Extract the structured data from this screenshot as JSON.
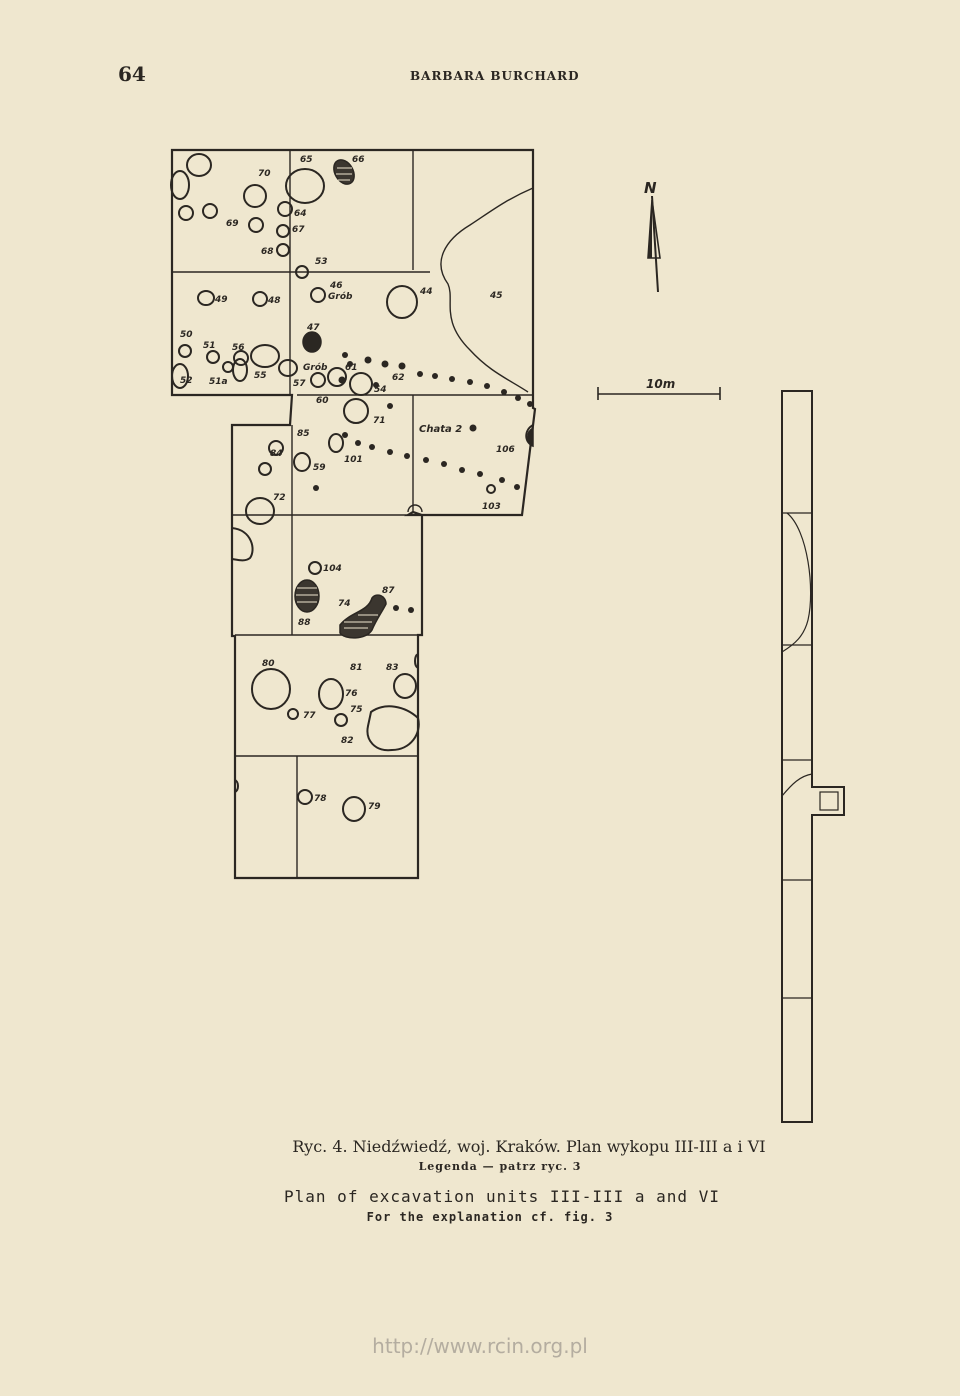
{
  "header": {
    "page_number": "64",
    "running_head": "BARBARA BURCHARD"
  },
  "figure": {
    "north_label": "N",
    "scale_label": "10m",
    "labels": {
      "f70": "70",
      "f65": "65",
      "f66": "66",
      "f69": "69",
      "f64": "64",
      "f67": "67",
      "f68": "68",
      "f53": "53",
      "f49": "49",
      "f48": "48",
      "f46": "46",
      "grob1": "Grób",
      "f44": "44",
      "f45": "45",
      "f47": "47",
      "f50": "50",
      "f51": "51",
      "f56": "56",
      "grob2": "Grób",
      "f61": "61",
      "f52": "52",
      "f51a": "51a",
      "f55": "55",
      "f57": "57",
      "f54": "54",
      "f62": "62",
      "f60": "60",
      "f71": "71",
      "chata": "Chata 2",
      "f85": "85",
      "f84": "84",
      "f106": "106",
      "f59": "59",
      "f101": "101",
      "f103": "103",
      "f72": "72",
      "f104": "104",
      "f87": "87",
      "f74": "74",
      "f88": "88",
      "f80": "80",
      "f81": "81",
      "f83": "83",
      "f76": "76",
      "f75": "75",
      "f77": "77",
      "f82": "82",
      "f78": "78",
      "f79": "79"
    }
  },
  "caption": {
    "line1": "Ryc. 4. Niedźwiedź, woj. Kraków. Plan wykopu III-III a i VI",
    "line2": "Legenda — patrz ryc. 3",
    "line3": "Plan of excavation units III-III a and VI",
    "line4": "For the explanation cf. fig. 3"
  },
  "watermark": "http://www.rcin.org.pl"
}
